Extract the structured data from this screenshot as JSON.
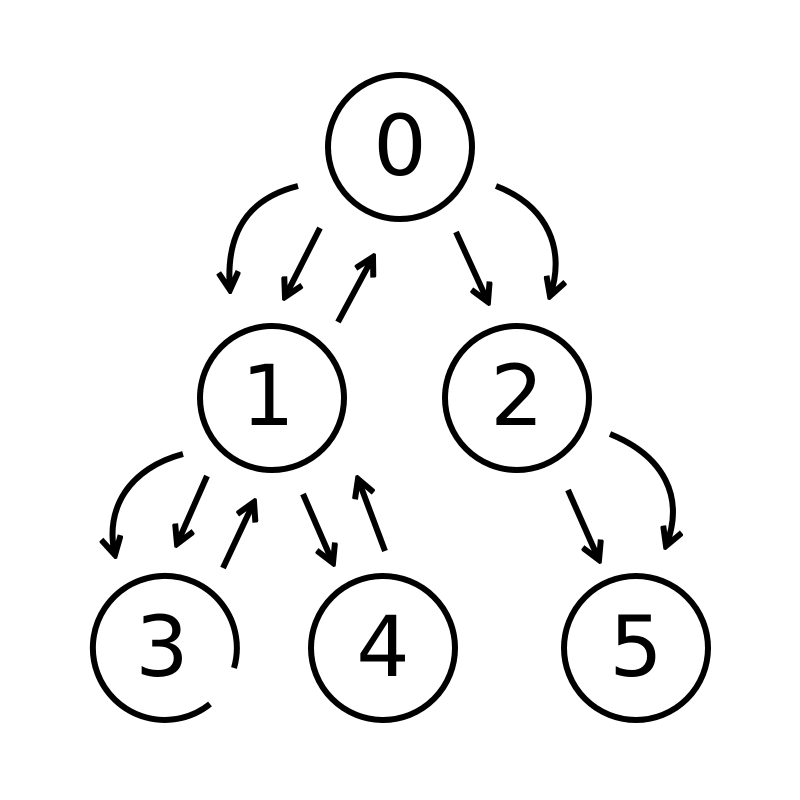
{
  "colors": {
    "stroke": "#000000",
    "background": "#ffffff"
  },
  "nodes": [
    {
      "id": "0",
      "label": "0"
    },
    {
      "id": "1",
      "label": "1"
    },
    {
      "id": "2",
      "label": "2"
    },
    {
      "id": "3",
      "label": "3"
    },
    {
      "id": "4",
      "label": "4"
    },
    {
      "id": "5",
      "label": "5"
    }
  ],
  "edges": [
    {
      "from": "0",
      "to": "1",
      "style": "curved"
    },
    {
      "from": "0",
      "to": "1",
      "style": "straight"
    },
    {
      "from": "1",
      "to": "0",
      "style": "straight"
    },
    {
      "from": "0",
      "to": "2",
      "style": "straight"
    },
    {
      "from": "0",
      "to": "2",
      "style": "curved"
    },
    {
      "from": "1",
      "to": "3",
      "style": "curved"
    },
    {
      "from": "1",
      "to": "3",
      "style": "straight"
    },
    {
      "from": "3",
      "to": "1",
      "style": "straight"
    },
    {
      "from": "1",
      "to": "4",
      "style": "straight"
    },
    {
      "from": "4",
      "to": "1",
      "style": "straight"
    },
    {
      "from": "2",
      "to": "5",
      "style": "straight"
    },
    {
      "from": "2",
      "to": "5",
      "style": "curved"
    }
  ]
}
